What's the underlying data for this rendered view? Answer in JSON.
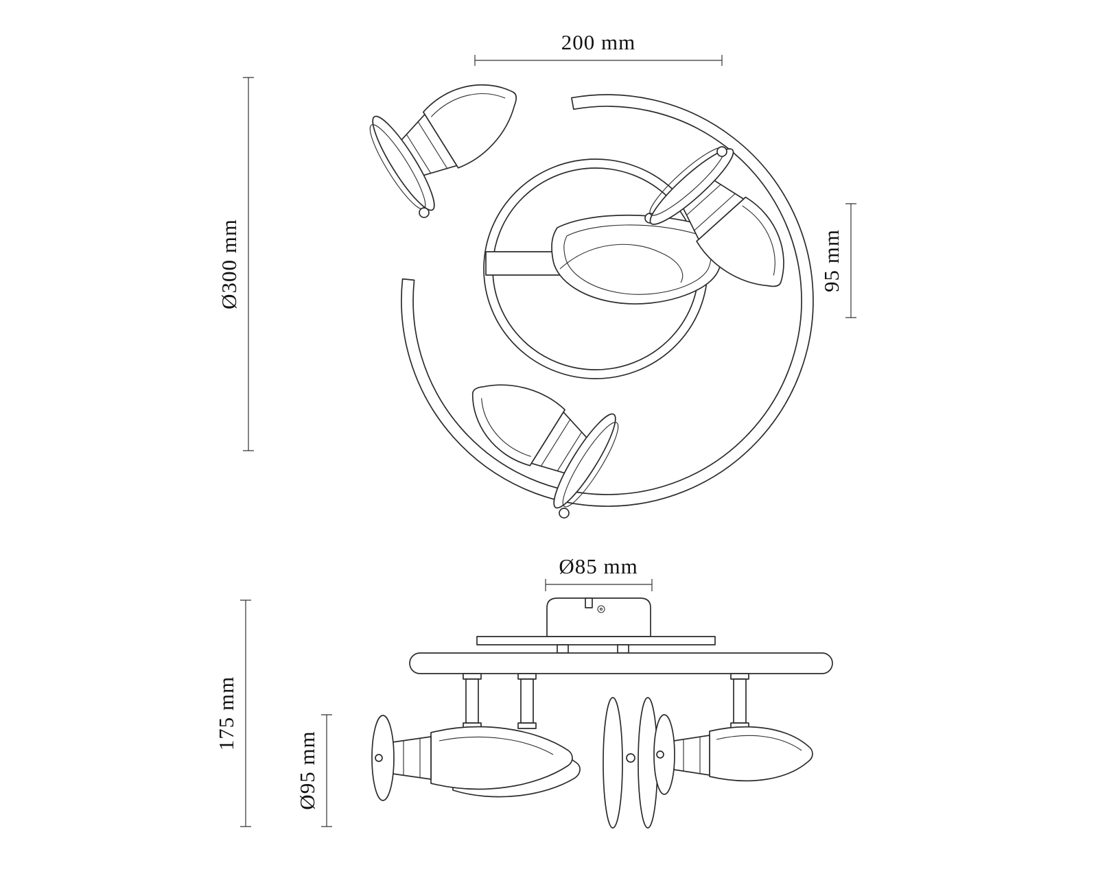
{
  "drawing": {
    "type": "technical-dimension-drawing",
    "subject": "spiral ceiling spotlight fixture, top view and side view"
  },
  "colors": {
    "background": "#ffffff",
    "line": "#2b2b2b",
    "text": "#111111"
  },
  "dimensions": {
    "top_width": {
      "label": "200 mm"
    },
    "overall_diameter": {
      "label": "Ø300 mm"
    },
    "head_height": {
      "label": "95 mm"
    },
    "canopy_diameter": {
      "label": "Ø85 mm"
    },
    "overall_height": {
      "label": "175 mm"
    },
    "shade_diameter": {
      "label": "Ø95 mm"
    }
  }
}
